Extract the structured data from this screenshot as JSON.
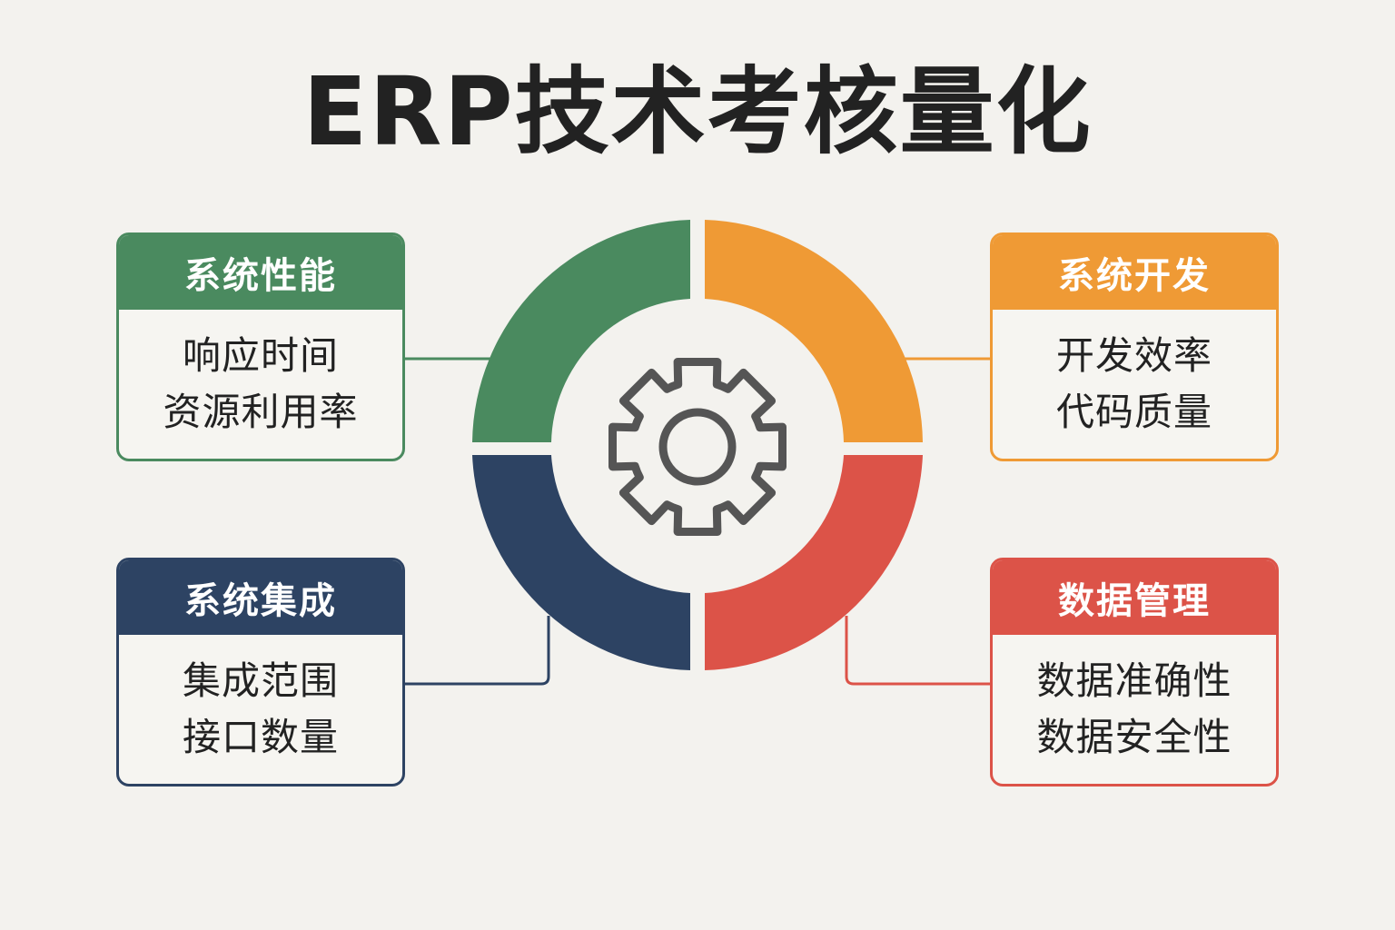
{
  "title": "ERP技术考核量化",
  "colors": {
    "background": "#f3f2ee",
    "performance": "#4a8a5f",
    "development": "#ef9a35",
    "integration": "#2d4363",
    "data": "#dc5348",
    "gear": "#555555"
  },
  "center_icon": "gear-icon",
  "cards": {
    "performance": {
      "title": "系统性能",
      "items": [
        "响应时间",
        "资源利用率"
      ]
    },
    "development": {
      "title": "系统开发",
      "items": [
        "开发效率",
        "代码质量"
      ]
    },
    "integration": {
      "title": "系统集成",
      "items": [
        "集成范围",
        "接口数量"
      ]
    },
    "data": {
      "title": "数据管理",
      "items": [
        "数据准确性",
        "数据安全性"
      ]
    }
  }
}
